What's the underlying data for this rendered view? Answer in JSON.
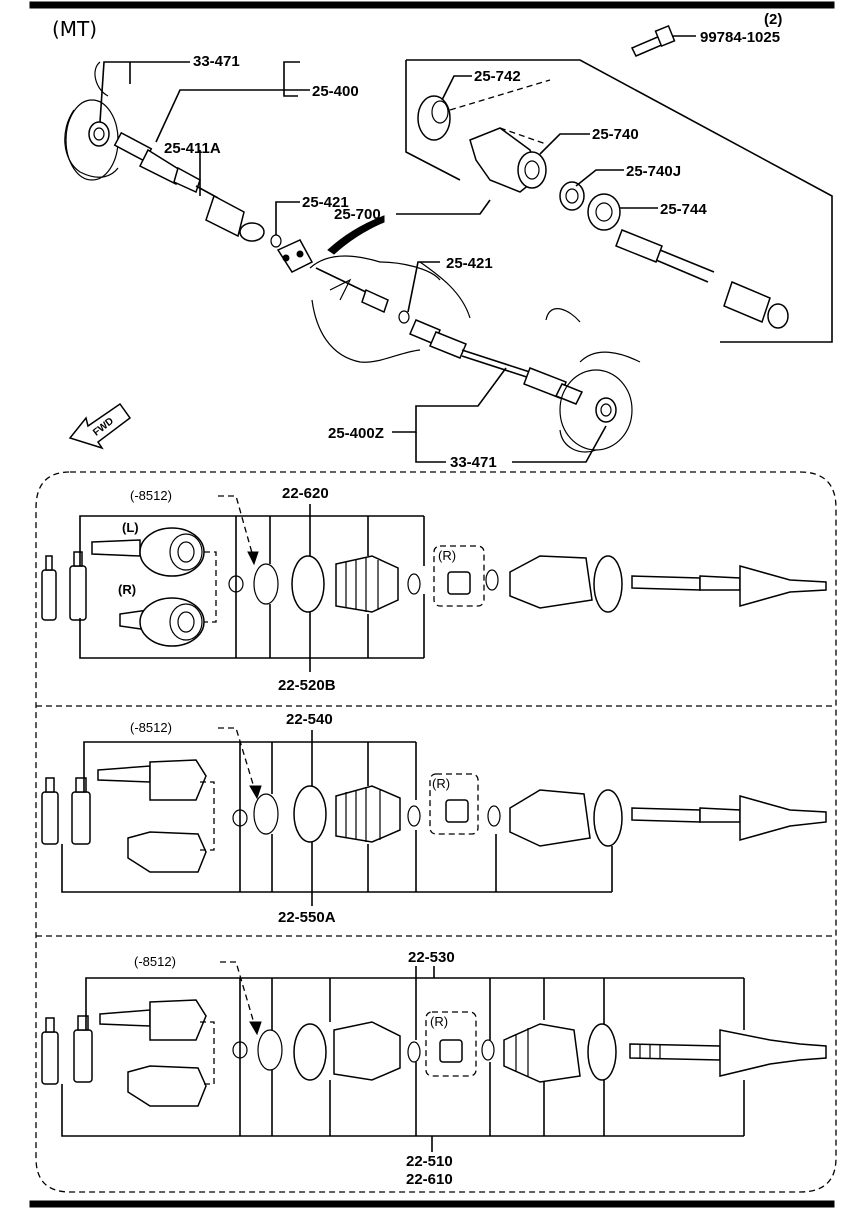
{
  "header": {
    "variant_label": "(MT)"
  },
  "upper_assembly": {
    "callouts": {
      "c_33_471_top": "33-471",
      "c_25_400": "25-400",
      "c_25_411A": "25-411A",
      "c_25_421_a": "25-421",
      "c_25_421_b": "25-421",
      "c_25_742": "25-742",
      "c_25_740": "25-740",
      "c_25_740J": "25-740J",
      "c_25_744": "25-744",
      "c_25_700": "25-700",
      "c_99784": "99784-1025",
      "c_99784_qty": "(2)",
      "c_25_400Z": "25-400Z",
      "c_33_471_bottom": "33-471"
    },
    "fwd_label": "FWD"
  },
  "panel_1": {
    "prod_note": "(-8512)",
    "label_L": "(L)",
    "label_R_side": "(R)",
    "label_R_box": "(R)",
    "top_callout": "22-620",
    "bottom_callout": "22-520B"
  },
  "panel_2": {
    "prod_note": "(-8512)",
    "label_R_box": "(R)",
    "top_callout": "22-540",
    "bottom_callout": "22-550A"
  },
  "panel_3": {
    "prod_note": "(-8512)",
    "label_R_box": "(R)",
    "top_callout": "22-530",
    "bottom_callout_1": "22-510",
    "bottom_callout_2": "22-610"
  }
}
